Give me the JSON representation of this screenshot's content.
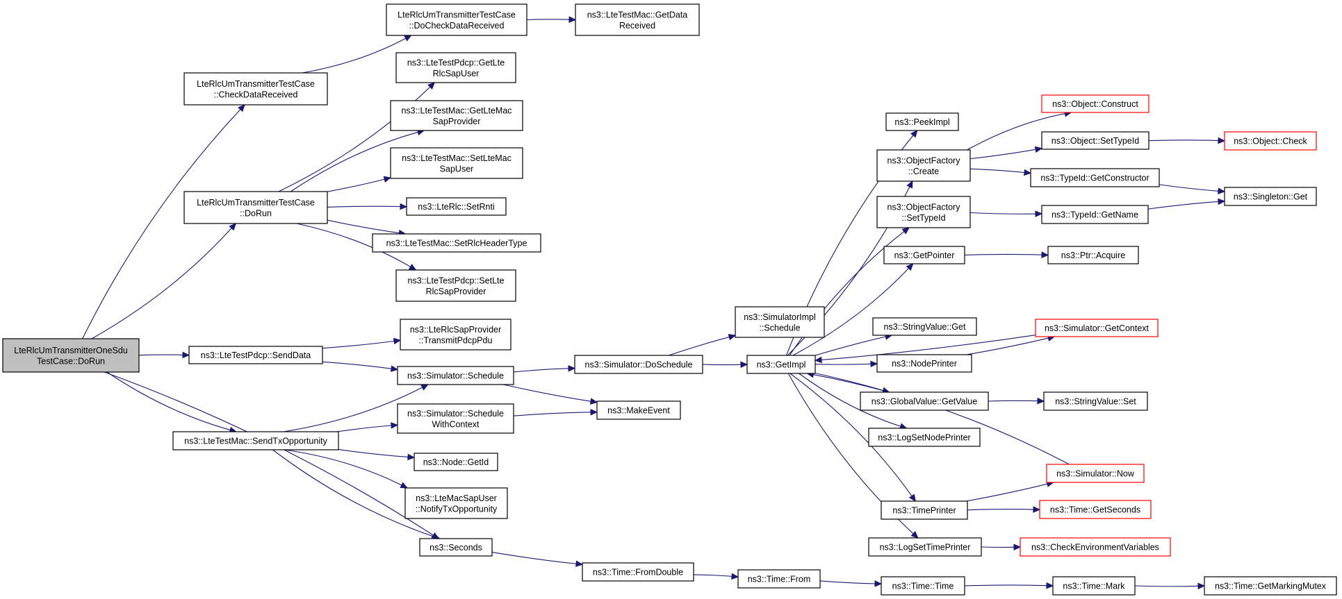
{
  "graph": {
    "edge_color": "#191970",
    "root_fill": "#bfbfbf",
    "truncated_border": "#ff0000",
    "nodes": [
      {
        "id": "root",
        "lines": [
          "LteRlcUmTransmitterOneSdu",
          "TestCase::DoRun"
        ],
        "style": "root"
      },
      {
        "id": "checkData",
        "lines": [
          "LteRlcUmTransmitterTestCase",
          "::CheckDataReceived"
        ]
      },
      {
        "id": "doCheckData",
        "lines": [
          "LteRlcUmTransmitterTestCase",
          "::DoCheckDataReceived"
        ]
      },
      {
        "id": "macGetData",
        "lines": [
          "ns3::LteTestMac::GetData",
          "Received"
        ]
      },
      {
        "id": "tcDoRun",
        "lines": [
          "LteRlcUmTransmitterTestCase",
          "::DoRun"
        ]
      },
      {
        "id": "pdcpGetLte",
        "lines": [
          "ns3::LteTestPdcp::GetLte",
          "RlcSapUser"
        ]
      },
      {
        "id": "macGetLteMac",
        "lines": [
          "ns3::LteTestMac::GetLteMac",
          "SapProvider"
        ]
      },
      {
        "id": "macSetLteMac",
        "lines": [
          "ns3::LteTestMac::SetLteMac",
          "SapUser"
        ]
      },
      {
        "id": "setRnti",
        "lines": [
          "ns3::LteRlc::SetRnti"
        ]
      },
      {
        "id": "setRlcHeader",
        "lines": [
          "ns3::LteTestMac::SetRlcHeaderType"
        ]
      },
      {
        "id": "pdcpSetLte",
        "lines": [
          "ns3::LteTestPdcp::SetLte",
          "RlcSapProvider"
        ]
      },
      {
        "id": "sendData",
        "lines": [
          "ns3::LteTestPdcp::SendData"
        ]
      },
      {
        "id": "transmitPdcp",
        "lines": [
          "ns3::LteRlcSapProvider",
          "::TransmitPdcpPdu"
        ]
      },
      {
        "id": "simSchedule",
        "lines": [
          "ns3::Simulator::Schedule"
        ]
      },
      {
        "id": "simScheduleCtx",
        "lines": [
          "ns3::Simulator::Schedule",
          "WithContext"
        ]
      },
      {
        "id": "sendTxOpp",
        "lines": [
          "ns3::LteTestMac::SendTxOpportunity"
        ]
      },
      {
        "id": "nodeGetId",
        "lines": [
          "ns3::Node::GetId"
        ]
      },
      {
        "id": "notifyTx",
        "lines": [
          "ns3::LteMacSapUser",
          "::NotifyTxOpportunity"
        ]
      },
      {
        "id": "seconds",
        "lines": [
          "ns3::Seconds"
        ]
      },
      {
        "id": "doSchedule",
        "lines": [
          "ns3::Simulator::DoSchedule"
        ]
      },
      {
        "id": "makeEvent",
        "lines": [
          "ns3::MakeEvent"
        ]
      },
      {
        "id": "simImplSchedule",
        "lines": [
          "ns3::SimulatorImpl",
          "::Schedule"
        ]
      },
      {
        "id": "getImpl",
        "lines": [
          "ns3::GetImpl"
        ]
      },
      {
        "id": "fromDouble",
        "lines": [
          "ns3::Time::FromDouble"
        ]
      },
      {
        "id": "timeFrom",
        "lines": [
          "ns3::Time::From"
        ]
      },
      {
        "id": "peekImpl",
        "lines": [
          "ns3::PeekImpl"
        ]
      },
      {
        "id": "ofCreate",
        "lines": [
          "ns3::ObjectFactory",
          "::Create"
        ]
      },
      {
        "id": "ofSetTypeId",
        "lines": [
          "ns3::ObjectFactory",
          "::SetTypeId"
        ]
      },
      {
        "id": "getPointer",
        "lines": [
          "ns3::GetPointer"
        ]
      },
      {
        "id": "stringValueGet",
        "lines": [
          "ns3::StringValue::Get"
        ]
      },
      {
        "id": "nodePrinter",
        "lines": [
          "ns3::NodePrinter"
        ]
      },
      {
        "id": "globalGetValue",
        "lines": [
          "ns3::GlobalValue::GetValue"
        ]
      },
      {
        "id": "logSetNode",
        "lines": [
          "ns3::LogSetNodePrinter"
        ]
      },
      {
        "id": "timePrinter",
        "lines": [
          "ns3::TimePrinter"
        ]
      },
      {
        "id": "logSetTime",
        "lines": [
          "ns3::LogSetTimePrinter"
        ]
      },
      {
        "id": "timeTime",
        "lines": [
          "ns3::Time::Time"
        ]
      },
      {
        "id": "objConstruct",
        "lines": [
          "ns3::Object::Construct"
        ],
        "style": "trunc"
      },
      {
        "id": "objSetTypeId",
        "lines": [
          "ns3::Object::SetTypeId"
        ]
      },
      {
        "id": "typeIdGetCtor",
        "lines": [
          "ns3::TypeId::GetConstructor"
        ]
      },
      {
        "id": "typeIdGetName",
        "lines": [
          "ns3::TypeId::GetName"
        ]
      },
      {
        "id": "ptrAcquire",
        "lines": [
          "ns3::Ptr::Acquire"
        ]
      },
      {
        "id": "simGetContext",
        "lines": [
          "ns3::Simulator::GetContext"
        ],
        "style": "trunc"
      },
      {
        "id": "stringValueSet",
        "lines": [
          "ns3::StringValue::Set"
        ]
      },
      {
        "id": "simNow",
        "lines": [
          "ns3::Simulator::Now"
        ],
        "style": "trunc"
      },
      {
        "id": "timeGetSeconds",
        "lines": [
          "ns3::Time::GetSeconds"
        ],
        "style": "trunc"
      },
      {
        "id": "checkEnv",
        "lines": [
          "ns3::CheckEnvironmentVariables"
        ],
        "style": "trunc"
      },
      {
        "id": "timeMark",
        "lines": [
          "ns3::Time::Mark"
        ]
      },
      {
        "id": "objCheck",
        "lines": [
          "ns3::Object::Check"
        ],
        "style": "trunc"
      },
      {
        "id": "singletonGet",
        "lines": [
          "ns3::Singleton::Get"
        ]
      },
      {
        "id": "getMarkingMutex",
        "lines": [
          "ns3::Time::GetMarkingMutex"
        ]
      }
    ],
    "edges": [
      [
        "root",
        "checkData"
      ],
      [
        "root",
        "tcDoRun"
      ],
      [
        "root",
        "sendData"
      ],
      [
        "root",
        "sendTxOpp"
      ],
      [
        "root",
        "seconds"
      ],
      [
        "checkData",
        "doCheckData"
      ],
      [
        "doCheckData",
        "macGetData"
      ],
      [
        "tcDoRun",
        "pdcpGetLte"
      ],
      [
        "tcDoRun",
        "macGetLteMac"
      ],
      [
        "tcDoRun",
        "macSetLteMac"
      ],
      [
        "tcDoRun",
        "setRnti"
      ],
      [
        "tcDoRun",
        "setRlcHeader"
      ],
      [
        "tcDoRun",
        "pdcpSetLte"
      ],
      [
        "sendData",
        "transmitPdcp"
      ],
      [
        "sendData",
        "simSchedule"
      ],
      [
        "sendTxOpp",
        "simSchedule"
      ],
      [
        "sendTxOpp",
        "simScheduleCtx"
      ],
      [
        "sendTxOpp",
        "nodeGetId"
      ],
      [
        "sendTxOpp",
        "notifyTx"
      ],
      [
        "sendTxOpp",
        "seconds"
      ],
      [
        "simSchedule",
        "doSchedule"
      ],
      [
        "simSchedule",
        "makeEvent"
      ],
      [
        "simScheduleCtx",
        "makeEvent"
      ],
      [
        "seconds",
        "fromDouble"
      ],
      [
        "fromDouble",
        "timeFrom"
      ],
      [
        "timeFrom",
        "timeTime"
      ],
      [
        "timeTime",
        "timeMark"
      ],
      [
        "timeMark",
        "getMarkingMutex"
      ],
      [
        "doSchedule",
        "simImplSchedule"
      ],
      [
        "doSchedule",
        "getImpl"
      ],
      [
        "getImpl",
        "peekImpl"
      ],
      [
        "getImpl",
        "ofCreate"
      ],
      [
        "getImpl",
        "ofSetTypeId"
      ],
      [
        "getImpl",
        "getPointer"
      ],
      [
        "getImpl",
        "stringValueGet"
      ],
      [
        "getImpl",
        "nodePrinter"
      ],
      [
        "getImpl",
        "globalGetValue"
      ],
      [
        "getImpl",
        "logSetNode"
      ],
      [
        "getImpl",
        "timePrinter"
      ],
      [
        "getImpl",
        "logSetTime"
      ],
      [
        "simGetContext",
        "getImpl"
      ],
      [
        "simNow",
        "getImpl"
      ],
      [
        "ofCreate",
        "objConstruct"
      ],
      [
        "ofCreate",
        "objSetTypeId"
      ],
      [
        "ofCreate",
        "typeIdGetCtor"
      ],
      [
        "ofSetTypeId",
        "typeIdGetName"
      ],
      [
        "getPointer",
        "ptrAcquire"
      ],
      [
        "nodePrinter",
        "simGetContext"
      ],
      [
        "globalGetValue",
        "stringValueSet"
      ],
      [
        "timePrinter",
        "simNow"
      ],
      [
        "timePrinter",
        "timeGetSeconds"
      ],
      [
        "logSetTime",
        "checkEnv"
      ],
      [
        "objSetTypeId",
        "objCheck"
      ],
      [
        "typeIdGetCtor",
        "singletonGet"
      ],
      [
        "typeIdGetName",
        "singletonGet"
      ]
    ]
  }
}
